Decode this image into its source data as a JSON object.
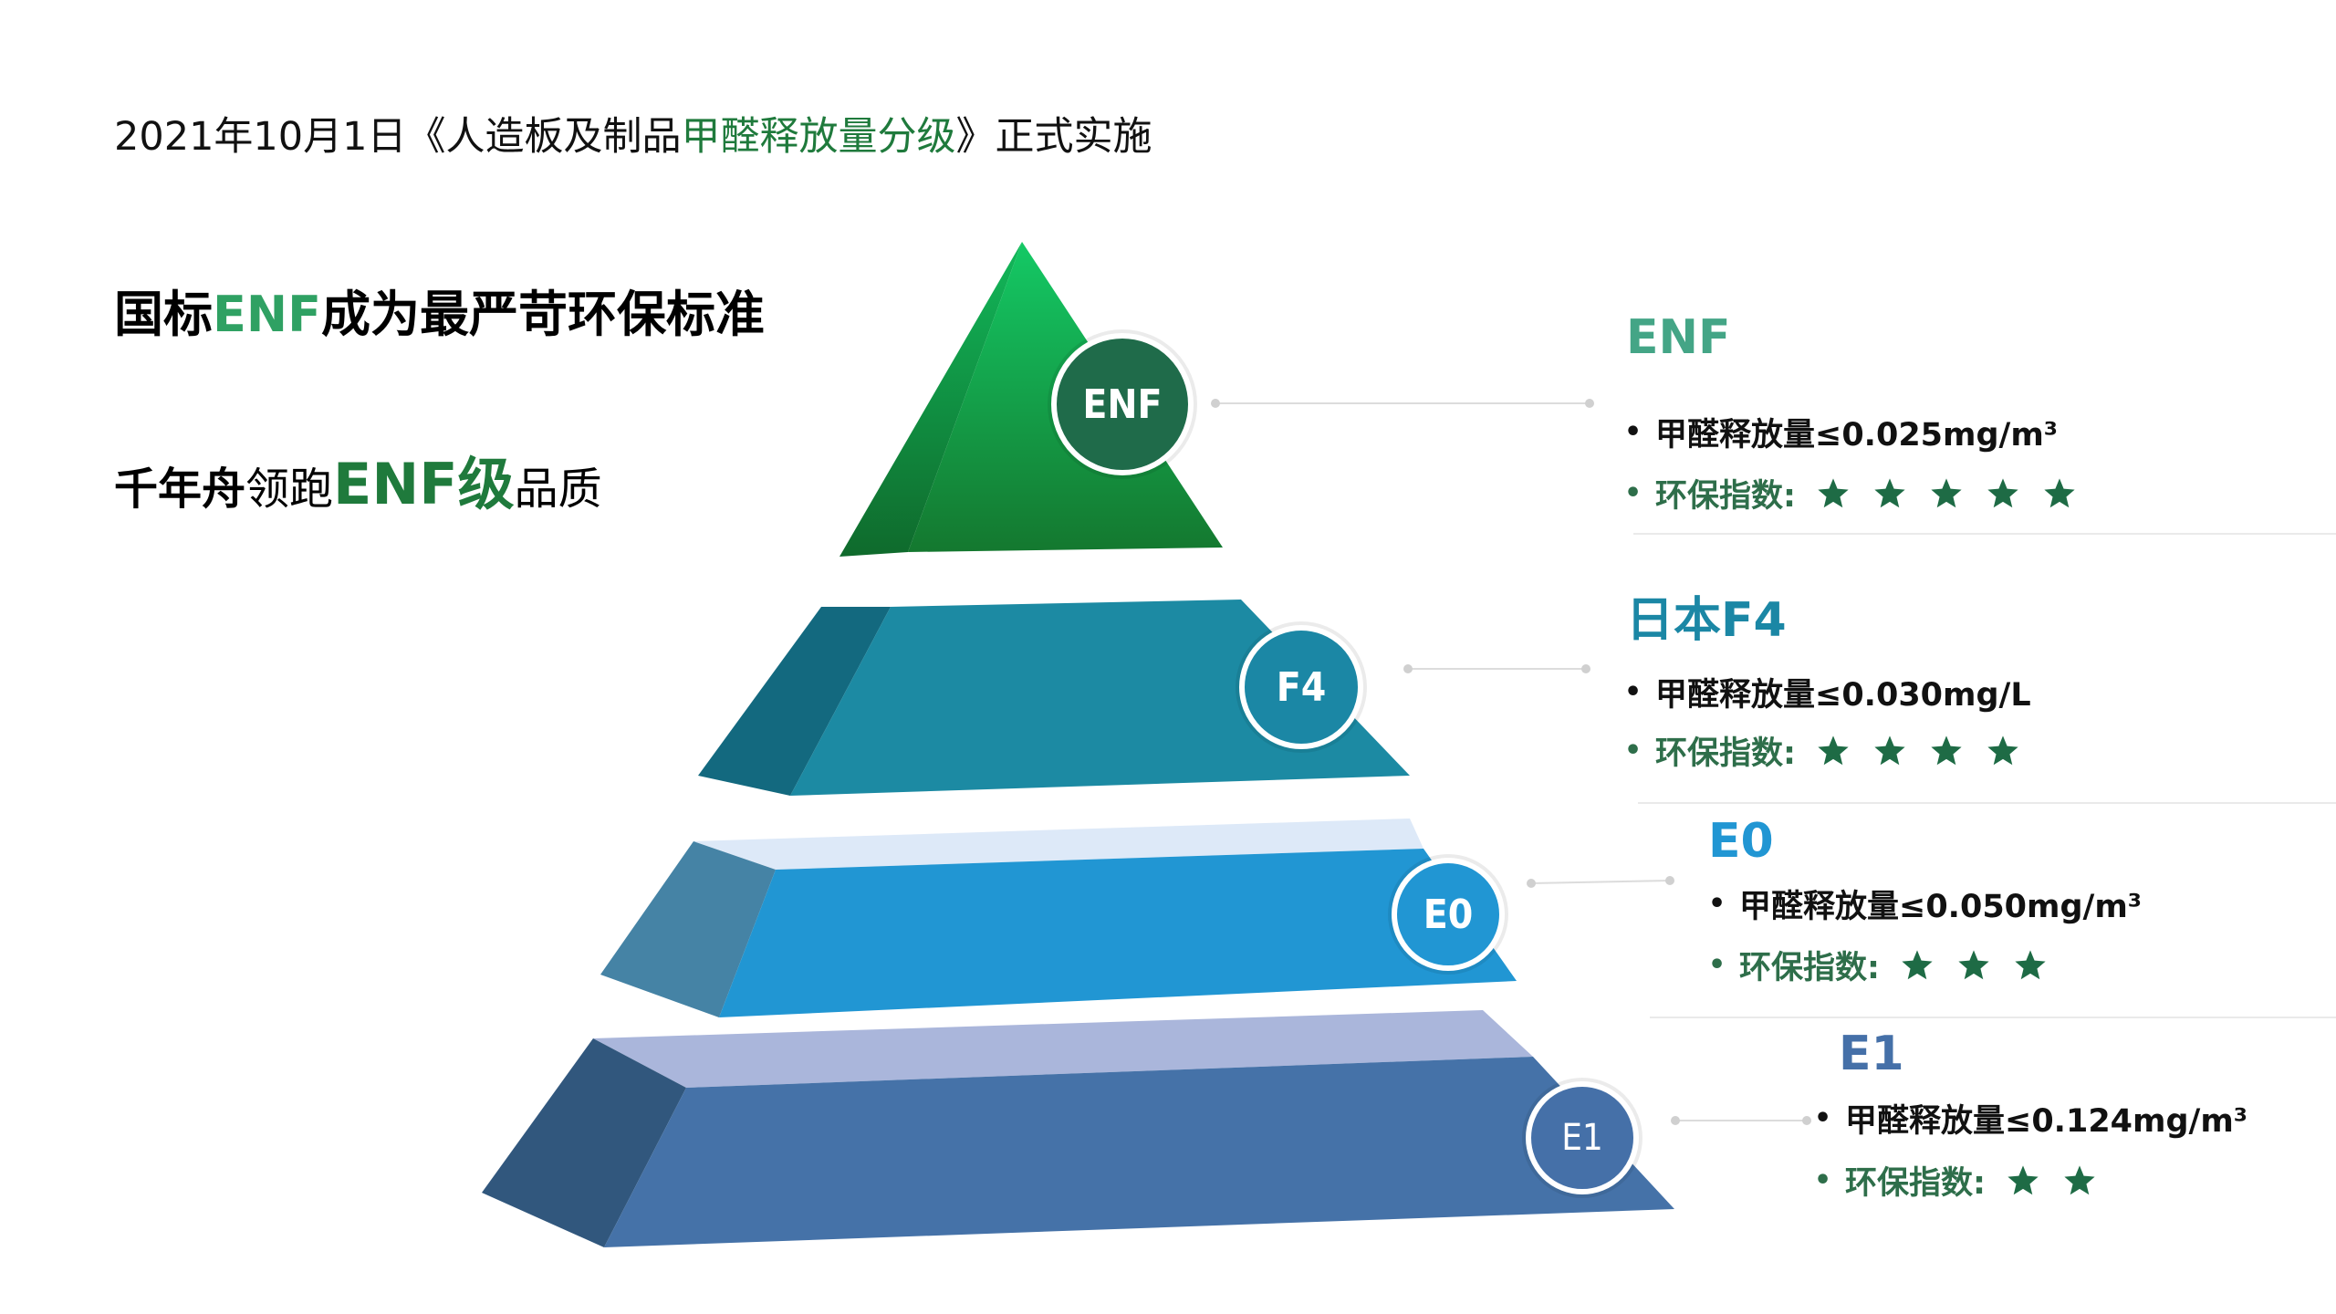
{
  "header": {
    "title_prefix": "2021年10月1日《人造板及制品",
    "title_highlight": "甲醛释放量分级",
    "title_suffix": "》正式实施"
  },
  "headline": {
    "pre": "国标",
    "highlight": "ENF",
    "post": "成为最严苛环保标准"
  },
  "subline": {
    "brand": "千年舟",
    "verb": "领跑",
    "grade": "ENF级",
    "post": "品质"
  },
  "colors": {
    "enf_green": "#1f8a46",
    "f4_teal": "#1e8aa2",
    "e0_blue": "#2196d3",
    "e1_steel": "#4570a8",
    "index_text": "#2e6e4a",
    "star": "#1e6b45"
  },
  "levels": [
    {
      "badge": "ENF",
      "title": "ENF",
      "title_color": "#44a586",
      "emission_label": "甲醛释放量≤0.025mg/m³",
      "index_label": "环保指数:",
      "stars": 5
    },
    {
      "badge": "F4",
      "title": "日本F4",
      "title_color": "#1b87a5",
      "emission_label": "甲醛释放量≤0.030mg/L",
      "index_label": "环保指数:",
      "stars": 4
    },
    {
      "badge": "E0",
      "title": "E0",
      "title_color": "#2196d3",
      "emission_label": "甲醛释放量≤0.050mg/m³",
      "index_label": "环保指数:",
      "stars": 3
    },
    {
      "badge": "E1",
      "title": "E1",
      "title_color": "#4570a8",
      "emission_label": "甲醛释放量≤0.124mg/m³",
      "index_label": "环保指数:",
      "stars": 2
    }
  ],
  "bullet": "•",
  "star_icon": "star-icon"
}
